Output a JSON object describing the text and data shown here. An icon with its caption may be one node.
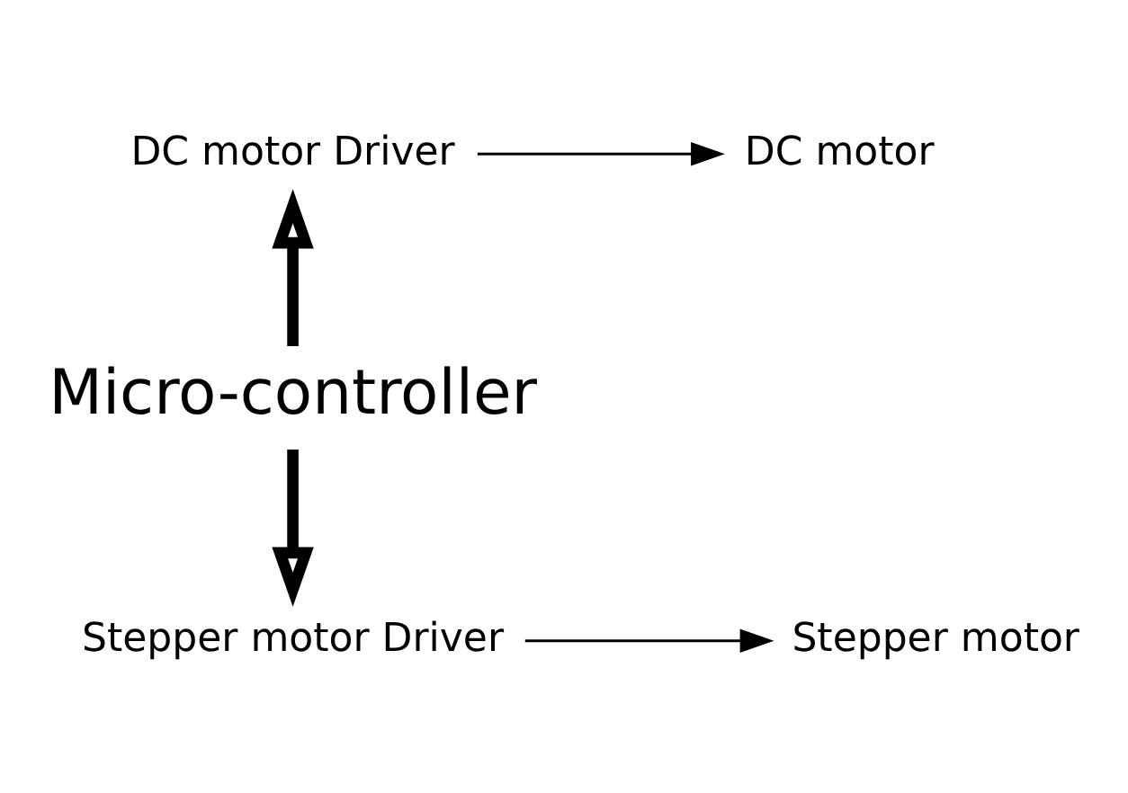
{
  "diagram": {
    "nodes": [
      {
        "text": [
          "DC motor Driver"
        ]
      },
      {
        "text": [
          "DC motor"
        ]
      },
      {
        "text": [
          "Micro-controller"
        ]
      },
      {
        "text": [
          "Stepper motor Driver"
        ]
      },
      {
        "text": [
          "Stepper motor"
        ]
      }
    ],
    "edges": [
      {
        "from": 0,
        "to": 1,
        "arrow": "to"
      },
      {
        "from": 2,
        "to": 0,
        "arrow": "to",
        "style": "thick"
      },
      {
        "from": 2,
        "to": 3,
        "arrow": "to",
        "style": "thick"
      },
      {
        "from": 3,
        "to": 4,
        "arrow": "to"
      }
    ]
  }
}
